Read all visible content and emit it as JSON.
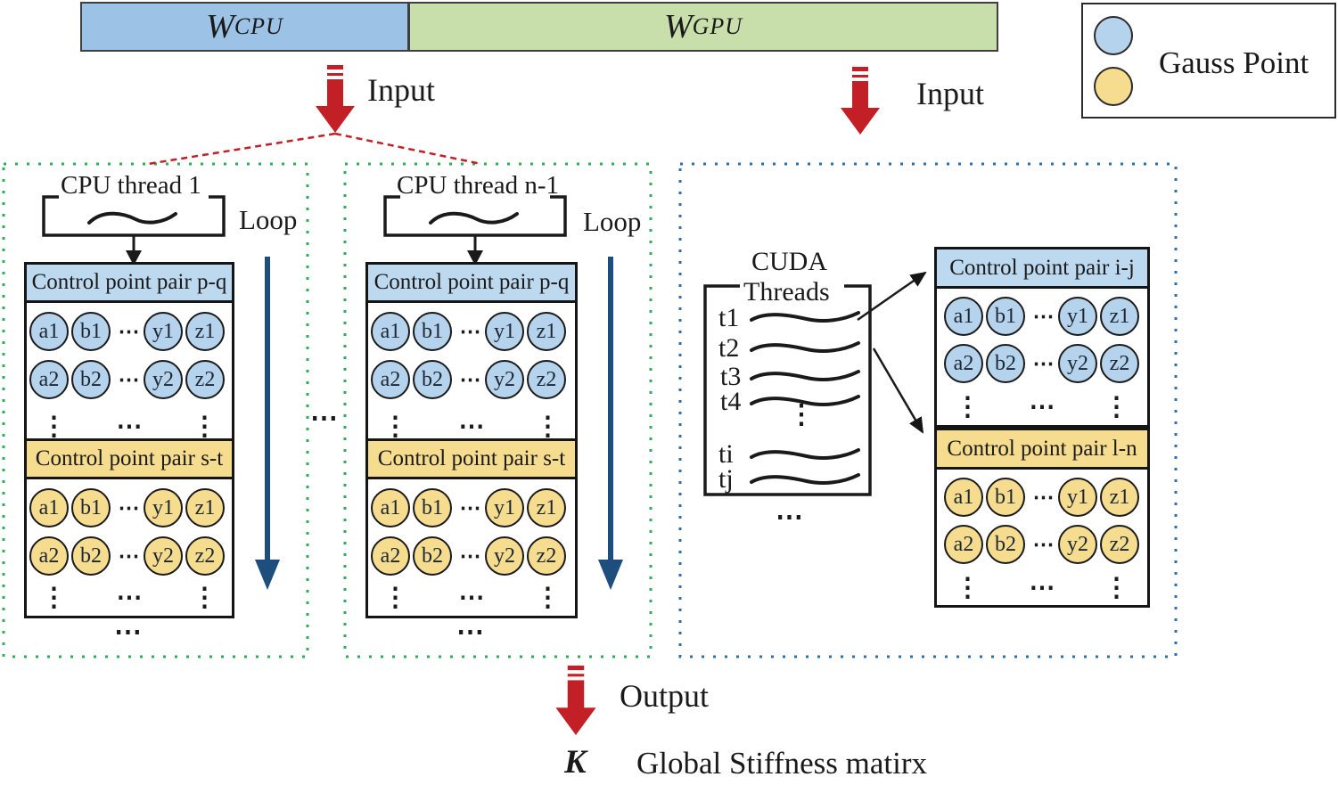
{
  "colors": {
    "bar_cpu_blue": "#9cc3e5",
    "bar_gpu_green": "#c8dfab",
    "gauss_blue": "#b5d3ec",
    "gauss_yellow": "#f5dc8e",
    "arrow_red": "#c22026",
    "loop_navy": "#1d4e7e",
    "cpu_panel_dots_green": "#2fae57",
    "gpu_panel_dots_blue": "#2d6fae"
  },
  "symbols": {
    "hdots": "⋯",
    "vdots": "⋮"
  },
  "workload_bar": {
    "cpu_main": "W",
    "cpu_sub": "CPU",
    "gpu_main": "W",
    "gpu_sub": "GPU"
  },
  "legend": {
    "label": "Gauss Point"
  },
  "arrows": {
    "input_left": "Input",
    "input_right": "Input",
    "output": "Output"
  },
  "result": {
    "symbol": "K",
    "caption": "Global Stiffness matirx"
  },
  "panels": {
    "cpu1": {
      "title": "CPU thread 1",
      "loop_label": "Loop",
      "blue_section": {
        "header": "Control point pair p-q",
        "row1": [
          "a1",
          "b1",
          "y1",
          "z1"
        ],
        "row2": [
          "a2",
          "b2",
          "y2",
          "z2"
        ]
      },
      "yellow_section": {
        "header": "Control point pair s-t",
        "row1": [
          "a1",
          "b1",
          "y1",
          "z1"
        ],
        "row2": [
          "a2",
          "b2",
          "y2",
          "z2"
        ]
      }
    },
    "cpun": {
      "title": "CPU thread n-1",
      "loop_label": "Loop",
      "blue_section": {
        "header": "Control point pair p-q",
        "row1": [
          "a1",
          "b1",
          "y1",
          "z1"
        ],
        "row2": [
          "a2",
          "b2",
          "y2",
          "z2"
        ]
      },
      "yellow_section": {
        "header": "Control point pair s-t",
        "row1": [
          "a1",
          "b1",
          "y1",
          "z1"
        ],
        "row2": [
          "a2",
          "b2",
          "y2",
          "z2"
        ]
      }
    },
    "gpu": {
      "cuda_title_line1": "CUDA",
      "cuda_title_line2": "Threads",
      "thread_labels": [
        "t1",
        "t2",
        "t3",
        "t4"
      ],
      "thread_labels_tail": [
        "ti",
        "tj"
      ],
      "blue_section": {
        "header": "Control point pair i-j",
        "row1": [
          "a1",
          "b1",
          "y1",
          "z1"
        ],
        "row2": [
          "a2",
          "b2",
          "y2",
          "z2"
        ]
      },
      "yellow_section": {
        "header": "Control point pair l-n",
        "row1": [
          "a1",
          "b1",
          "y1",
          "z1"
        ],
        "row2": [
          "a2",
          "b2",
          "y2",
          "z2"
        ]
      }
    }
  }
}
